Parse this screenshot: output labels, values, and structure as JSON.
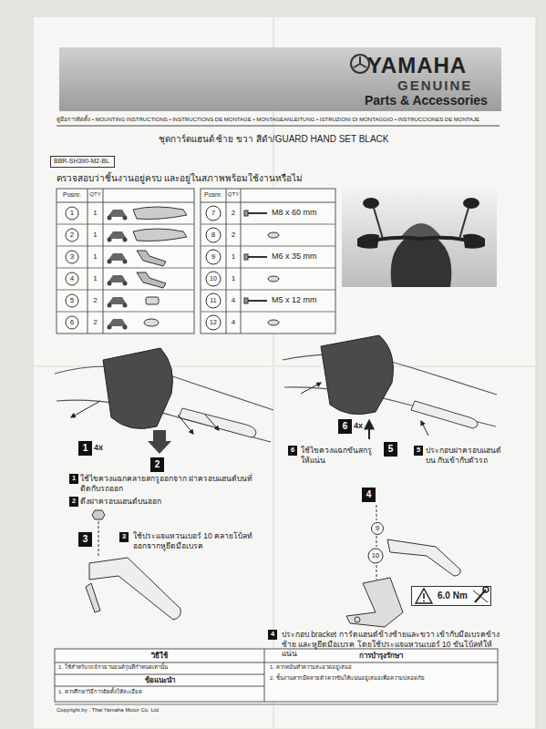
{
  "diagram": {
    "title": "ชุดการ์ดแฮนด์ ซ้าย ขวา สีดำ/GUARD HAND SET BLACK",
    "nodes": [
      {
        "text": [
          "BBR-SH390-M2-BL"
        ]
      },
      {
        "text": [
          "1"
        ]
      },
      {
        "text": [
          "2"
        ]
      },
      {
        "text": [
          "1"
        ]
      },
      {
        "text": [
          "2"
        ]
      },
      {
        "text": [
          "3"
        ]
      },
      {
        "text": [
          "3"
        ]
      },
      {
        "text": [
          "6"
        ]
      },
      {
        "text": [
          "5"
        ]
      },
      {
        "text": [
          "6"
        ]
      },
      {
        "text": [
          "5"
        ]
      },
      {
        "text": [
          "4"
        ]
      },
      {
        "text": [
          "4"
        ]
      },
      {
        "text": [
          "6.0 Nm"
        ]
      }
    ],
    "labels": [
      "YAMAHA",
      "GENUINE",
      "Parts & Accessories",
      "คู่มือการติดตั้ง • MOUNTING INSTRUCTIONS • INSTRUCTIONS DE MONTAGE • MONTAGEANLEITUNG • ISTRUZIONI DI MONTAGGIO • INSTRUCCIONES DE MONTAJE",
      "ตรวจสอบว่าชิ้นงานอยู่ครบ และอยู่ในสภาพพร้อมใช้งานหรือไม่",
      "Posnr.",
      "QTY",
      "Posnr.",
      "QTY",
      "1",
      "1",
      "2",
      "1",
      "3",
      "1",
      "4",
      "1",
      "5",
      "2",
      "6",
      "2",
      "7",
      "2",
      "M8 x 60 mm",
      "8",
      "2",
      "9",
      "1",
      "M6 x 35 mm",
      "10",
      "1",
      "11",
      "4",
      "M5 x 12 mm",
      "12",
      "4",
      "4x",
      "ใช้ไขควงแฉกคลายสกรูออกจาก ฝาครอบแฮนด์บนที่ติดกับรถออก",
      "ดึงฝาครอบแฮนด์บนออก",
      "ใช้ประแจแหวนเบอร์ 10 คลายโบ้ลท์ ออกจากหูยึดมือเบรค",
      "4x",
      "ใช้ไขควงแฉกขันสกรู ให้แน่น",
      "ประกอบฝาครอบแฮนด์บน กับเข้ากับตัวรถ",
      "9",
      "10",
      "ประกอบ bracket การ์ดแฮนด์ข้างซ้ายและขวา เข้ากับมือเบรคข้างซ้าย และหูยึดมือเบรค โดยใช้ประแจแหวนเบอร์ 10 ขันโบ้ลท์ให้แน่น",
      "วิธีใช้",
      "1. ใช้สำหรับรถจักรยานยนต์รุ่นที่กำหนดเท่านั้น",
      "ข้อแนะนำ",
      "1. ควรศึกษาวิธีการติดตั้งให้ละเอียด",
      "การบำรุงรักษา",
      "1. ควรหมั่นทำความสะอาดอยู่เสมอ",
      "2. ชิ้นงานหากมีคลายตัว ควรขันให้แน่นอยู่เสมอเพื่อความปลอดภัย",
      "Copyright by : Thai Yamaha Motor Co. Ltd"
    ]
  }
}
